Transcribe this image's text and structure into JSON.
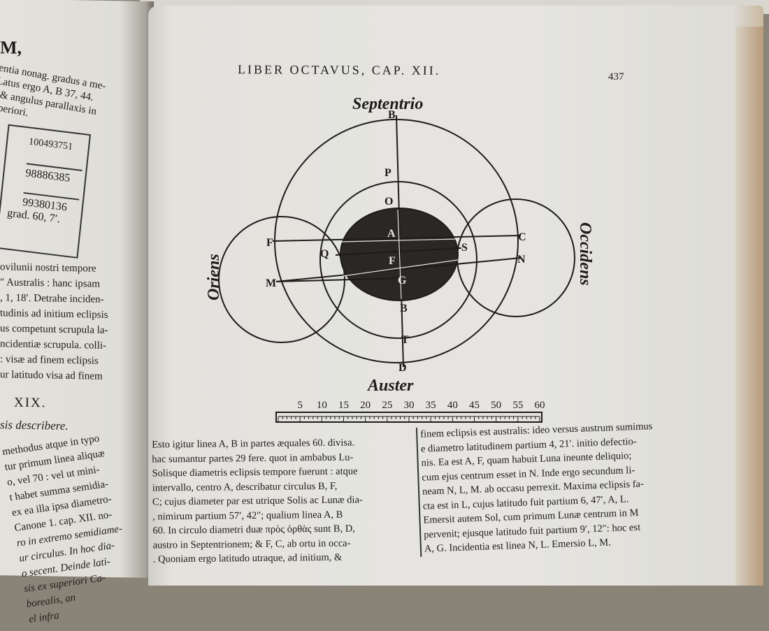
{
  "left_page": {
    "heading_fragment": "M,",
    "top_lines": [
      "entia nonag. gradus a me-",
      "Latus ergo A, B 37, 44.",
      ", & angulus parallaxis in",
      "uperiori."
    ],
    "table_values": [
      "100493751",
      "98886385",
      "99380136",
      "grad. 60, 7′."
    ],
    "middle_lines": [
      "ovilunii nostri tempore",
      "″ Australis : hanc ipsam",
      ", 1, 18′. Detrahe inciden-",
      "tudinis ad initium eclipsis",
      "us competunt scrupula la-",
      "ncidentiæ scrupula. colli-",
      ": visæ ad finem eclipsis",
      "ur latitudo visa ad finem"
    ],
    "section_number": "XIX.",
    "section_subtitle": "sis describere.",
    "bottom_lines": [
      "methodus atque in typo",
      "tur primum linea aliquæ",
      "o, vel 70 : vel ut mini-",
      "t habet summa semidia-",
      "ex ea illa ipsa diametro-",
      "Canone 1. cap. XII. no-",
      "ro in extremo semidiame-",
      "ur circulus. In hoc dia-",
      "o secent. Deinde lati-",
      "sis ex superiori Ca-",
      "borealis, an",
      "el infra"
    ]
  },
  "right_page": {
    "running_header": "LIBER OCTAVUS, CAP. XII.",
    "page_number": "437",
    "diagram": {
      "north_label": "Septentrio",
      "south_label": "Auster",
      "east_label": "Oriens",
      "west_label": "Occidens",
      "point_labels": {
        "B_top": "B",
        "P": "P",
        "O": "O",
        "A": "A",
        "F_center": "F",
        "G": "G",
        "B_lower": "B",
        "T": "T",
        "D": "D",
        "F_left": "F",
        "Q": "Q",
        "M": "M",
        "S": "S",
        "C": "C",
        "N": "N"
      },
      "scale_ticks": [
        "5",
        "10",
        "15",
        "20",
        "25",
        "30",
        "35",
        "40",
        "45",
        "50",
        "55",
        "60"
      ]
    },
    "left_column": [
      "Esto igitur linea A, B in partes æquales 60. divisa.",
      "hac sumantur partes 29 fere. quot in ambabus Lu-",
      "Solisque diametris eclipsis tempore fuerunt : atque",
      "intervallo, centro A, describatur circulus B, F,",
      "C; cujus diameter par est utrique Solis ac Lunæ dia-",
      ", nimirum partium 57′, 42″; qualium linea A, B",
      "60. In circulo diametri duæ πρὸς ὀρθὰς sunt B, D,",
      "austro in Septentrionem; & F, C, ab ortu in occa-",
      ". Quoniam ergo latitudo utraque, ad initium, &"
    ],
    "right_column": [
      "finem eclipsis est australis: ideo versus austrum sumimus",
      "e diametro latitudinem partium 4, 21′. initio defectio-",
      "nis. Ea est A, F, quam habuit Luna ineunte deliquio;",
      "cum ejus centrum esset in N. Inde ergo secundum li-",
      "neam N, L, M. ab occasu perrexit. Maxima eclipsis fa-",
      "cta est in L, cujus latitudo fuit partium 6, 47′, A, L.",
      "Emersit autem Sol, cum primum Lunæ centrum in M",
      "pervenit; ejusque latitudo fuit partium 9′, 12″: hoc est",
      "A, G. Incidentia est linea N, L. Emersio L, M."
    ]
  }
}
